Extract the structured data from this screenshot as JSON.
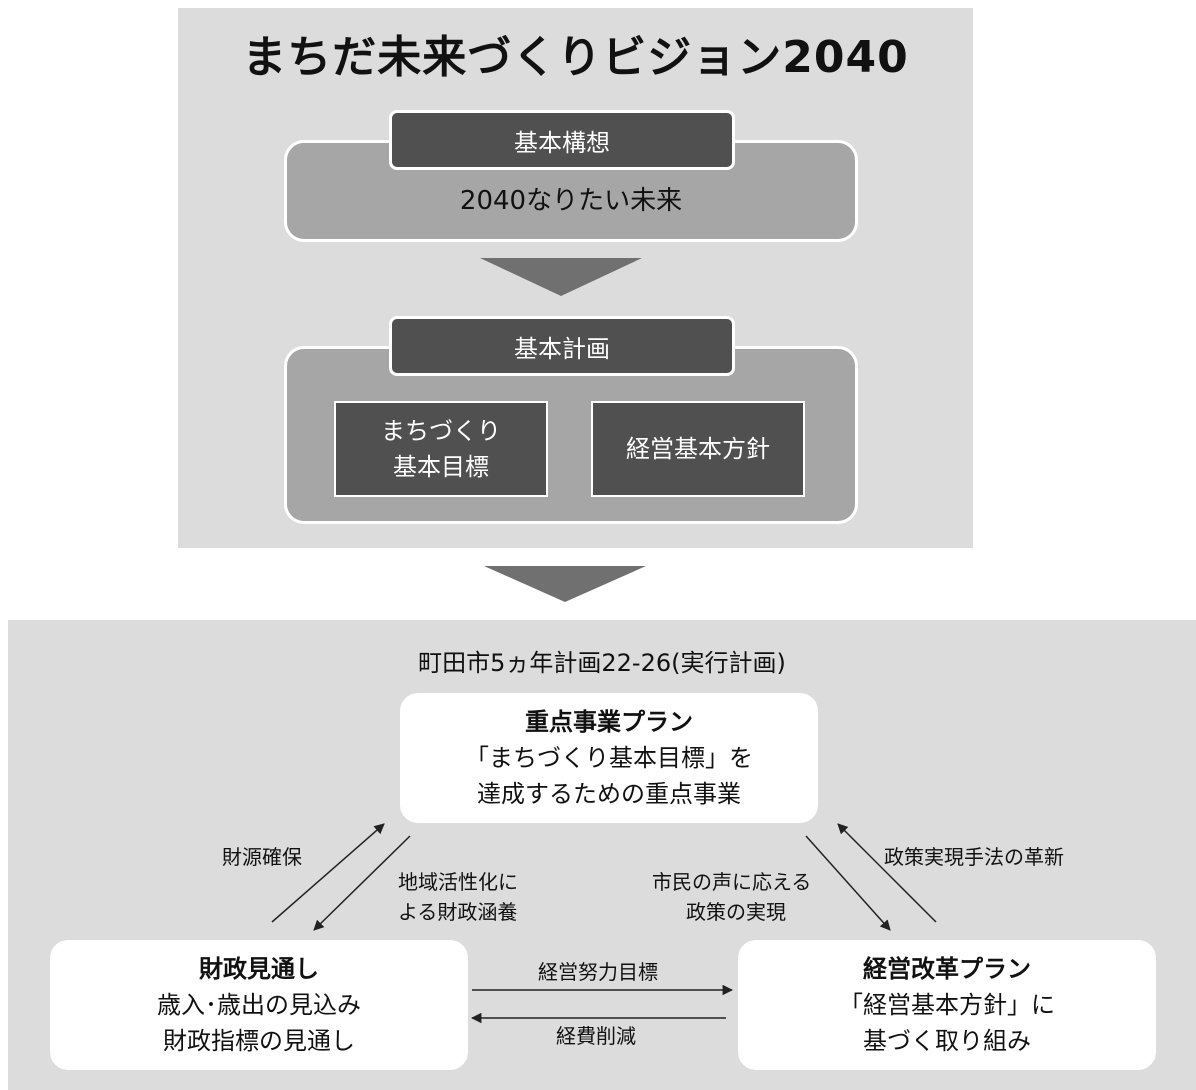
{
  "vision": {
    "logo_text": "まちだ未来づくりビジョン2040",
    "basic_concept": {
      "tag": "基本構想",
      "text": "2040なりたい未来"
    },
    "basic_plan": {
      "tag": "基本計画",
      "goals_line1": "まちづくり",
      "goals_line2": "基本目標",
      "policy": "経営基本方針"
    }
  },
  "plan": {
    "title": "町田市5ヵ年計画22-26(実行計画)",
    "priority": {
      "heading": "重点事業プラン",
      "line1": "「まちづくり基本目標」を",
      "line2": "達成するための重点事業"
    },
    "finance": {
      "heading": "財政見通し",
      "line1": "歳入･歳出の見込み",
      "line2": "財政指標の見通し"
    },
    "reform": {
      "heading": "経営改革プラン",
      "line1": "「経営基本方針」に",
      "line2": "基づく取り組み"
    },
    "arrows": {
      "finance_to_priority": "財源確保",
      "priority_to_finance_line1": "地域活性化に",
      "priority_to_finance_line2": "よる財政涵養",
      "priority_to_reform_line1": "市民の声に応える",
      "priority_to_reform_line2": "政策の実現",
      "reform_to_priority": "政策実現手法の革新",
      "finance_to_reform": "経営努力目標",
      "reform_to_finance": "経費削減"
    }
  },
  "colors": {
    "panel": "#dcdcdc",
    "lozenge": "#a6a6a6",
    "dark": "#505050",
    "arrow": "#707070"
  }
}
